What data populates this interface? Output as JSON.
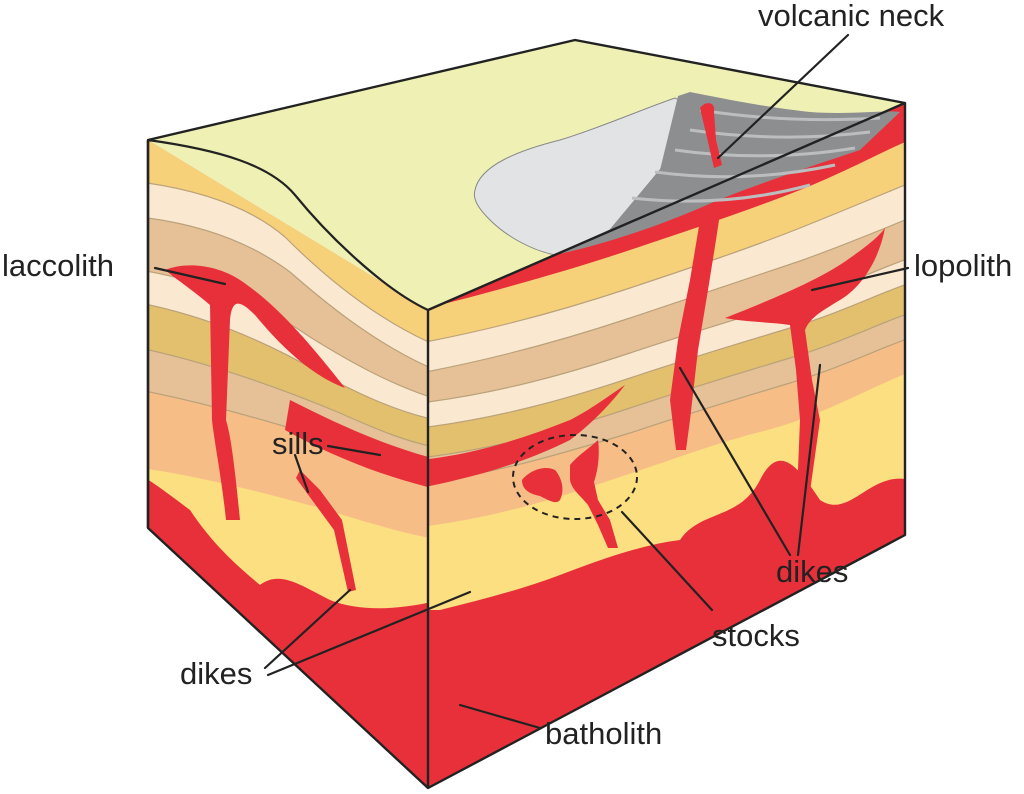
{
  "labels": {
    "volcanic_neck": "volcanic neck",
    "laccolith": "laccolith",
    "lopolith": "lopolith",
    "sills": "sills",
    "dikes_left": "dikes",
    "dikes_right": "dikes",
    "stocks": "stocks",
    "batholith": "batholith"
  },
  "colors": {
    "magma": "#e8303a",
    "surface": "#eff0b4",
    "volcano_gray": "#e2e3e5",
    "volcano_dark": "#8d8e90",
    "layer_tan": "#e6c097",
    "layer_cream": "#fbe8d1",
    "layer_ochre": "#e3c06d",
    "layer_orange": "#f7bd87",
    "layer_yellow": "#fbdf81",
    "outline": "#222222"
  }
}
